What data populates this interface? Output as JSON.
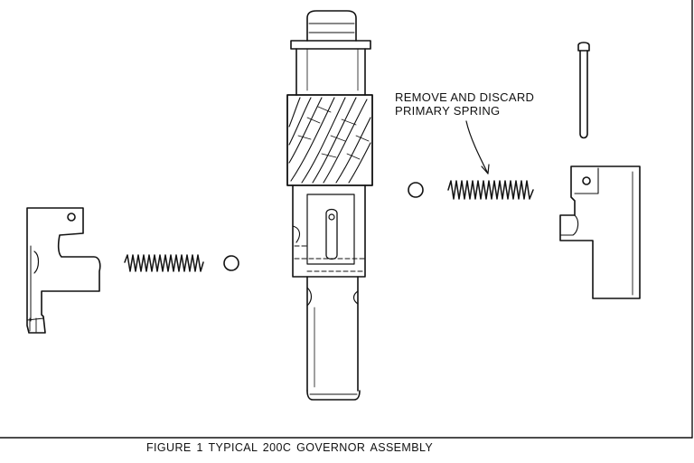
{
  "annotation": {
    "line1": "REMOVE AND DISCARD",
    "line2": "PRIMARY SPRING"
  },
  "caption": "FIGURE 1   TYPICAL 200C  GOVERNOR ASSEMBLY",
  "colors": {
    "ink": "#111111",
    "paper": "#ffffff"
  }
}
